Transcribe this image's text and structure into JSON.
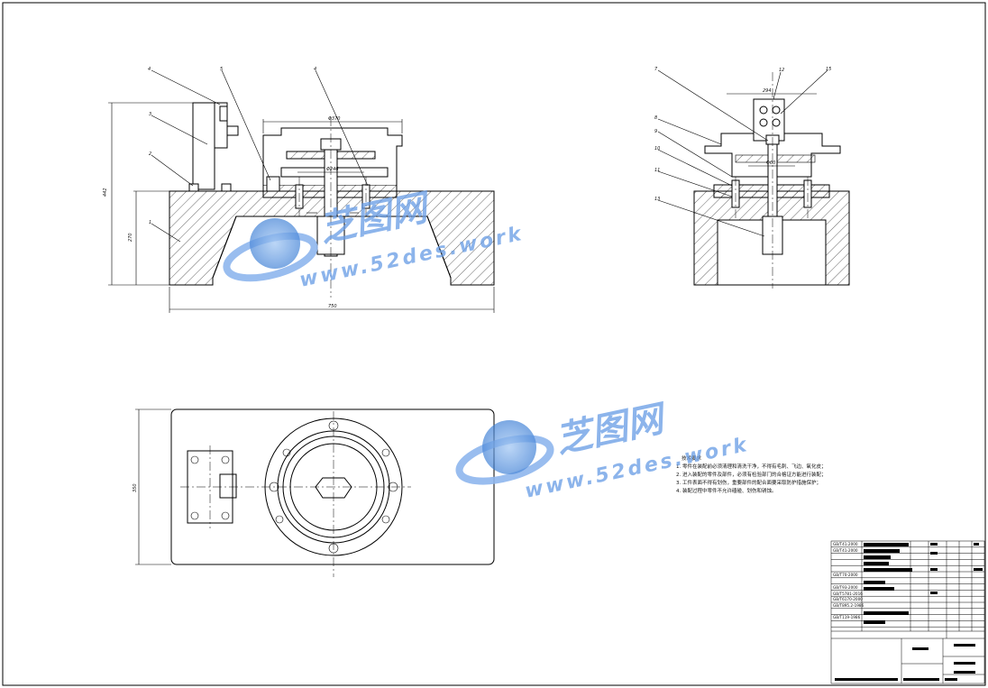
{
  "drawing": {
    "part_labels": {
      "p4a": "4",
      "p5a": "5",
      "p4b": "4",
      "p3": "3",
      "p2": "2",
      "p1": "1",
      "p7": "7",
      "p12": "12",
      "p15": "15",
      "p8": "8",
      "p9": "9",
      "p10": "10",
      "p11": "11",
      "p13": "13"
    },
    "dimensions": {
      "top_width_front": "Φ370",
      "inner_front": "Φ246",
      "height_total": "442",
      "height_base": "270",
      "base_length": "750",
      "top_width_side": "294",
      "inner_side": "Φ60",
      "plan_height": "350"
    }
  },
  "technical_requirements": {
    "title": "技术要求",
    "items": [
      "1. 零件在装配前必须清理和清洗干净，不得有毛刺、飞边、氧化皮；",
      "2. 进入装配的零件及部件，必须有检验部门的合格证方能进行装配；",
      "3. 工件表面不得有划伤，重要部件的配合面要采取防护措施保护；",
      "4. 装配过程中零件不允许磕碰、划伤和锈蚀。"
    ]
  },
  "parts_list": {
    "rows": [
      "GB/T41-2000",
      "GB/T41-2000",
      "",
      "",
      "",
      "GB/T70-2000",
      "",
      "GB/T93-2000",
      "GB/T5781-2016",
      "GB/T6170-2000",
      "GB/T895.2-1986",
      "",
      "GB/T119-1986"
    ]
  },
  "watermark": {
    "brand_cn": "芝图网",
    "site": "www.52des.work"
  }
}
